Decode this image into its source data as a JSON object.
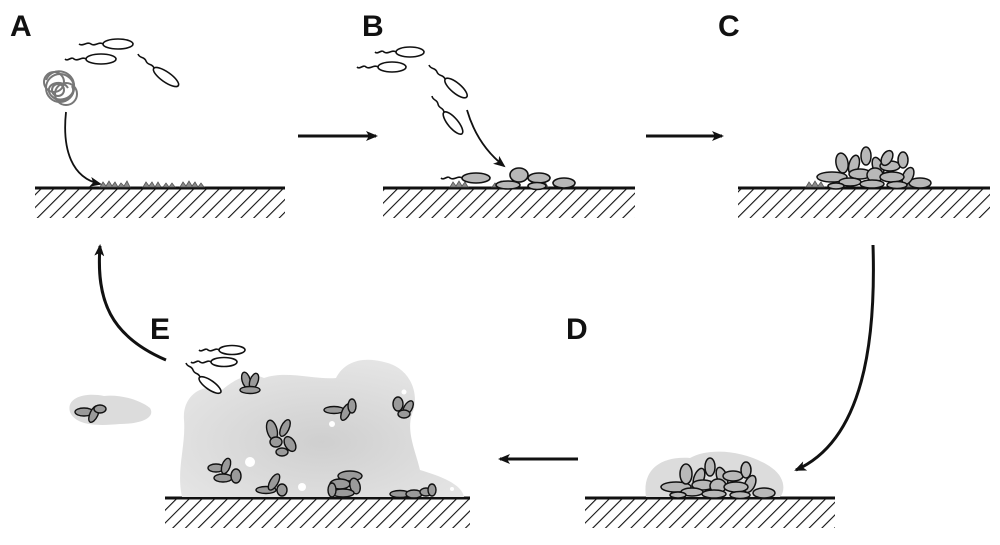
{
  "panels": [
    {
      "id": "A",
      "label": "A"
    },
    {
      "id": "B",
      "label": "B"
    },
    {
      "id": "C",
      "label": "C"
    },
    {
      "id": "D",
      "label": "D"
    },
    {
      "id": "E",
      "label": "E"
    }
  ],
  "colors": {
    "line": "#111111",
    "cell_fill": "#b8b8b8",
    "matrix": "#dcdcdc",
    "conditioning": "#8c8c8c"
  }
}
